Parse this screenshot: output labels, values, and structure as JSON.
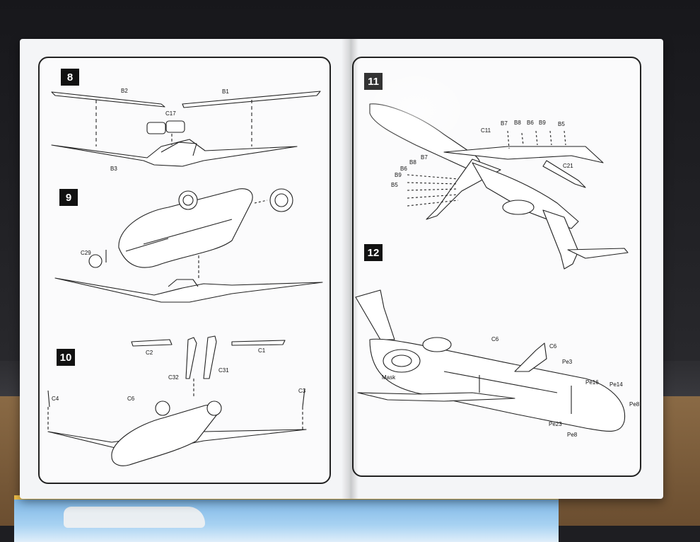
{
  "steps": {
    "s8": "8",
    "s9": "9",
    "s10": "10",
    "s11": "11",
    "s12": "12"
  },
  "parts": {
    "B2": "B2",
    "B1": "B1",
    "C17": "C17",
    "B3": "B3",
    "C29": "C29",
    "C2": "C2",
    "C1": "C1",
    "C32": "C32",
    "C31": "C31",
    "C4": "C4",
    "C6": "C6",
    "C3": "C3",
    "C11": "C11",
    "B7": "B7",
    "B8": "B8",
    "B6": "B6",
    "B9": "B9",
    "B5": "B5",
    "C21": "C21",
    "Mask": "Mask",
    "Pe3": "Pe3",
    "Pe16": "Pe16",
    "Pe14": "Pe14",
    "Pe8": "Pe8",
    "Pe23": "Pe23"
  }
}
